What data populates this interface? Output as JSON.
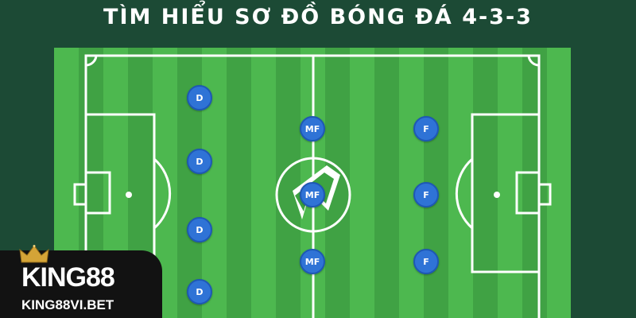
{
  "title": "TÌM HIỂU SƠ ĐỒ BÓNG ĐÁ 4-3-3",
  "formation": {
    "defenders": [
      "D",
      "D",
      "D",
      "D"
    ],
    "midfielders": [
      "MF",
      "MF",
      "MF"
    ],
    "forwards": [
      "F",
      "F",
      "F"
    ]
  },
  "brand": {
    "name": "KING88",
    "site": "KING88VI.BET",
    "crown_color": "#d4a437"
  },
  "colors": {
    "background": "#1c4a35",
    "pitch_light": "#4db84f",
    "pitch_dark": "#40a244",
    "player": "#2f73d6"
  }
}
